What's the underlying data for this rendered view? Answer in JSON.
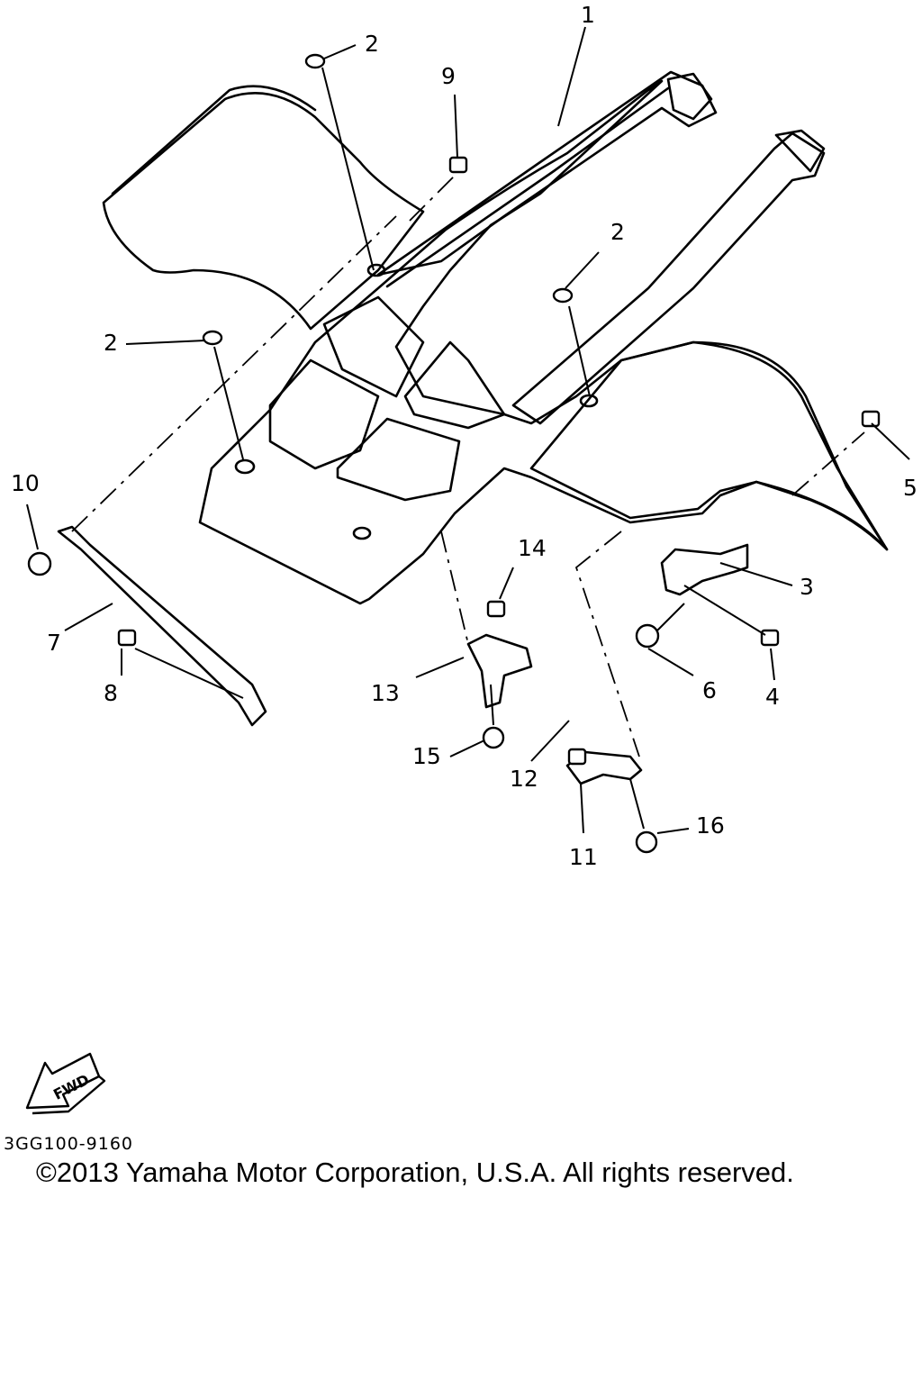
{
  "diagram": {
    "callouts": [
      "1",
      "2",
      "9",
      "2",
      "2",
      "5",
      "10",
      "3",
      "14",
      "7",
      "6",
      "4",
      "8",
      "13",
      "15",
      "12",
      "16",
      "11"
    ],
    "fwd_label": "FWD",
    "drawing_code": "3GG100-9160",
    "copyright": "©2013 Yamaha Motor Corporation, U.S.A. All rights reserved."
  }
}
